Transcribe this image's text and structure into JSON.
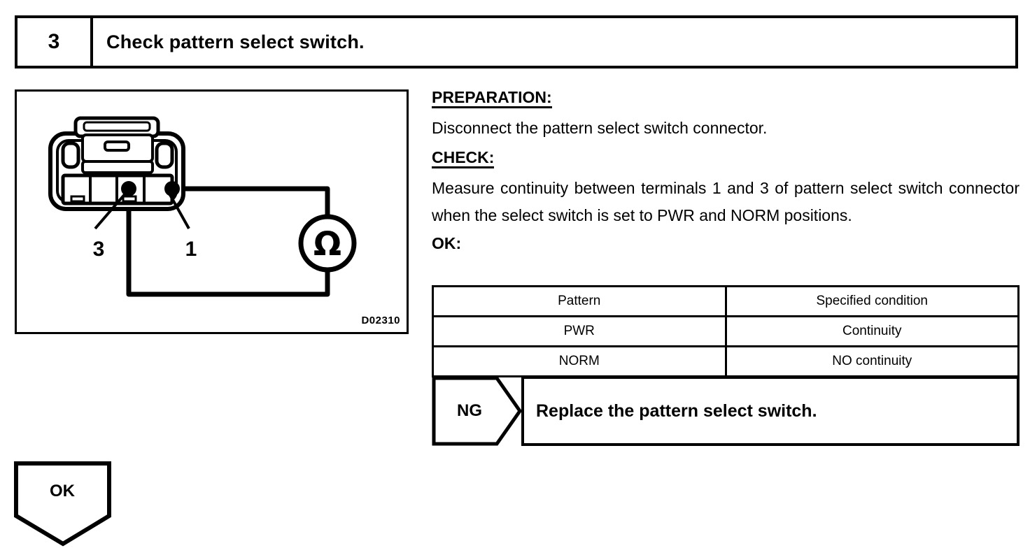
{
  "step": {
    "number": "3",
    "title": "Check pattern select switch."
  },
  "illustration": {
    "code": "D02310",
    "terminal_left_label": "3",
    "terminal_right_label": "1",
    "meter_symbol": "Ω",
    "meter_name": "ohmmeter"
  },
  "instructions": {
    "preparation_label": "PREPARATION:",
    "preparation_text": "Disconnect the pattern select switch connector.",
    "check_label": "CHECK:",
    "check_text": "Measure continuity between terminals 1 and 3 of pattern select switch connector when the select switch is set to PWR and NORM positions.",
    "ok_label": "OK:"
  },
  "spec_table": {
    "headers": [
      "Pattern",
      "Specified condition"
    ],
    "rows": [
      [
        "PWR",
        "Continuity"
      ],
      [
        "NORM",
        "NO continuity"
      ]
    ]
  },
  "branches": {
    "ng_label": "NG",
    "ng_action": "Replace the pattern select switch.",
    "ok_label": "OK"
  }
}
